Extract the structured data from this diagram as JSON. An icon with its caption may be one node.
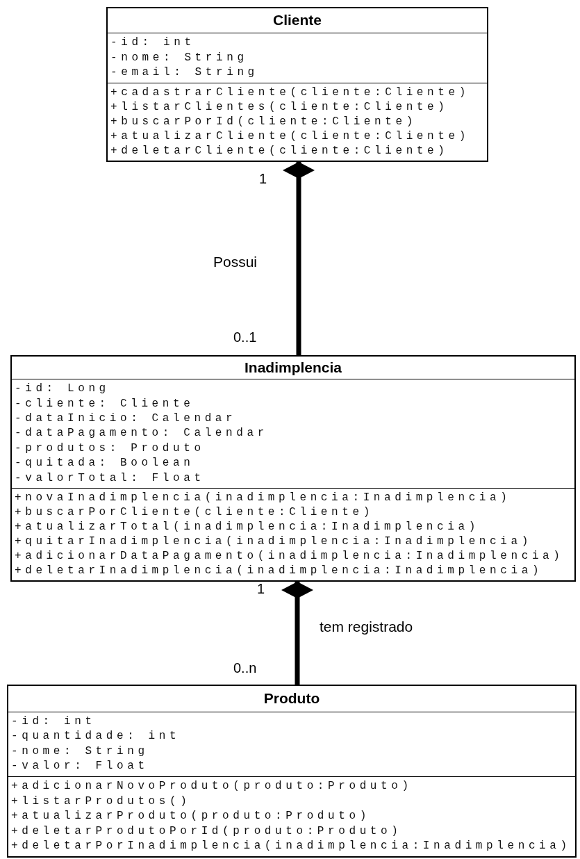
{
  "diagram": {
    "nodes": [
      {
        "text": [
          "Cliente"
        ]
      },
      {
        "text": [
          "-id: int",
          "-nome: String",
          "-email: String"
        ],
        "in": 0
      },
      {
        "text": [
          "+cadastrarCliente(cliente:Cliente)",
          "+listarClientes(cliente:Cliente)",
          "+buscarPorId(cliente:Cliente)",
          "+atualizarCliente(cliente:Cliente)",
          "+deletarCliente(cliente:Cliente)"
        ],
        "in": 0
      },
      {
        "text": [
          "Inadimplencia"
        ]
      },
      {
        "text": [
          "-id: Long",
          "-cliente: Cliente",
          "-dataInicio: Calendar",
          "-dataPagamento: Calendar",
          "-produtos: Produto",
          "-quitada: Boolean",
          "-valorTotal: Float"
        ],
        "in": 3
      },
      {
        "text": [
          "+novaInadimplencia(inadimplencia:Inadimplencia)",
          "+buscarPorCliente(cliente:Cliente)",
          "+atualizarTotal(inadimplencia:Inadimplencia)",
          "+quitarInadimplencia(inadimplencia:Inadimplencia)",
          "+adicionarDataPagamento(inadimplencia:Inadimplencia)",
          "+deletarInadimplencia(inadimplencia:Inadimplencia)"
        ],
        "in": 3
      },
      {
        "text": [
          "Produto"
        ]
      },
      {
        "text": [
          "-id: int",
          "-quantidade: int",
          "-nome: String",
          "-valor: Float"
        ],
        "in": 6
      },
      {
        "text": [
          "+adicionarNovoProduto(produto:Produto)",
          "+listarProdutos()",
          "+atualizarProduto(produto:Produto)",
          "+deletarProdutoPorId(produto:Produto)",
          "+deletarPorInadimplencia(inadimplencia:Inadimplencia)"
        ],
        "in": 6
      }
    ],
    "edges": [
      {
        "from": 3,
        "to": 0,
        "arrow": "other",
        "label": "Possui"
      },
      {
        "from": 6,
        "to": 3,
        "arrow": "other",
        "label": "tem registrado"
      }
    ],
    "labels": [
      "1",
      "0..1",
      "1",
      "0..n"
    ]
  }
}
